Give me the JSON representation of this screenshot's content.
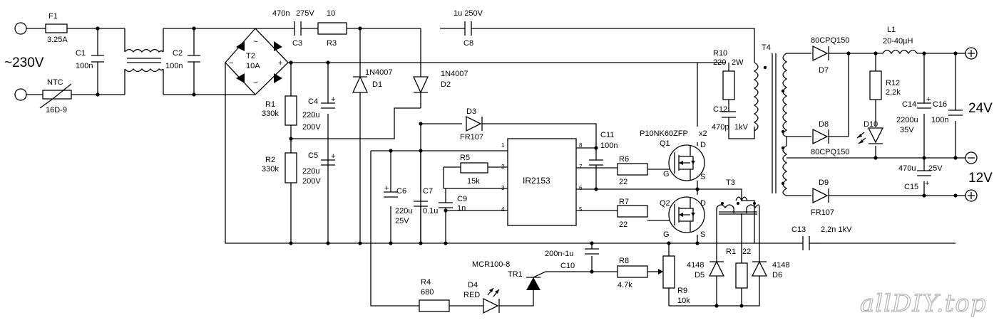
{
  "watermark": "allDIY.top",
  "terminals": {
    "mains": "~230V",
    "out24": "24V",
    "out12": "12V",
    "plus_top": "+",
    "minus": "−",
    "plus_bottom": "+"
  },
  "components": {
    "F1": {
      "ref": "F1",
      "value": "3.25A"
    },
    "NTC": {
      "ref": "NTC",
      "value": "16D-9"
    },
    "C1": {
      "ref": "C1",
      "value": "100n"
    },
    "C2": {
      "ref": "C2",
      "value": "100n"
    },
    "T2": {
      "ref": "T2",
      "value": "10A"
    },
    "C3": {
      "ref": "C3",
      "value": "470n",
      "rating": "275V"
    },
    "R3": {
      "ref": "R3",
      "value": "10"
    },
    "C8": {
      "ref": "C8",
      "value": "1u 250V"
    },
    "R1": {
      "ref": "R1",
      "value": "330k"
    },
    "R2": {
      "ref": "R2",
      "value": "330k"
    },
    "C4": {
      "ref": "C4",
      "value": "220u",
      "rating": "200V"
    },
    "C5": {
      "ref": "C5",
      "value": "220u",
      "rating": "200V"
    },
    "D1": {
      "ref": "D1",
      "value": "1N4007"
    },
    "D2": {
      "ref": "D2",
      "value": "1N4007"
    },
    "D3": {
      "ref": "D3",
      "value": "FR107"
    },
    "IC": {
      "name": "IR2153",
      "pins": [
        "1",
        "2",
        "3",
        "4",
        "5",
        "6",
        "7",
        "8"
      ]
    },
    "R5": {
      "ref": "R5",
      "value": "15k"
    },
    "C6": {
      "ref": "C6",
      "value": "220u",
      "rating": "25V"
    },
    "C7": {
      "ref": "C7",
      "value": "0.1u"
    },
    "C9": {
      "ref": "C9",
      "value": "1n"
    },
    "C11": {
      "ref": "C11",
      "value": "100n"
    },
    "R6": {
      "ref": "R6",
      "value": "22"
    },
    "R7": {
      "ref": "R7",
      "value": "22"
    },
    "Q1": {
      "ref": "Q1",
      "part": "P10NK60ZFP",
      "count": "x2",
      "pin_d": "D",
      "pin_g": "G",
      "pin_s": "S"
    },
    "Q2": {
      "ref": "Q2",
      "pin_d": "D",
      "pin_g": "G",
      "pin_s": "S"
    },
    "R10": {
      "ref": "R10",
      "value": "220",
      "rating": "2W"
    },
    "C12": {
      "ref": "C12",
      "value": "470p",
      "rating": "1kV"
    },
    "T4": {
      "ref": "T4"
    },
    "T3": {
      "ref": "T3"
    },
    "D7": {
      "ref": "D7",
      "value": "80CPQ150"
    },
    "D8": {
      "ref": "D8",
      "value": "80CPQ150"
    },
    "D9": {
      "ref": "D9",
      "value": "FR107"
    },
    "L1": {
      "ref": "L1",
      "value": "20-40µH"
    },
    "R12": {
      "ref": "R12",
      "value": "2,2k"
    },
    "D10": {
      "ref": "D10"
    },
    "C14": {
      "ref": "C14",
      "value": "2200u",
      "rating": "35V"
    },
    "C16": {
      "ref": "C16",
      "value": "100n"
    },
    "C15": {
      "ref": "C15",
      "value": "470u",
      "rating": "25V"
    },
    "C13": {
      "ref": "C13",
      "value": "2,2n 1kV"
    },
    "TR1": {
      "ref": "TR1",
      "part": "MCR100-8"
    },
    "C10": {
      "ref": "C10",
      "value": "200n-1u"
    },
    "R8": {
      "ref": "R8",
      "value": "4.7k"
    },
    "R9": {
      "ref": "R9",
      "value": "10k"
    },
    "R4": {
      "ref": "R4",
      "value": "680"
    },
    "D4": {
      "ref": "D4",
      "value": "RED"
    },
    "R11": {
      "ref": "R1",
      "value": "22"
    },
    "D5": {
      "ref": "D5",
      "value": "4148"
    },
    "D6": {
      "ref": "D6",
      "value": "4148"
    }
  }
}
